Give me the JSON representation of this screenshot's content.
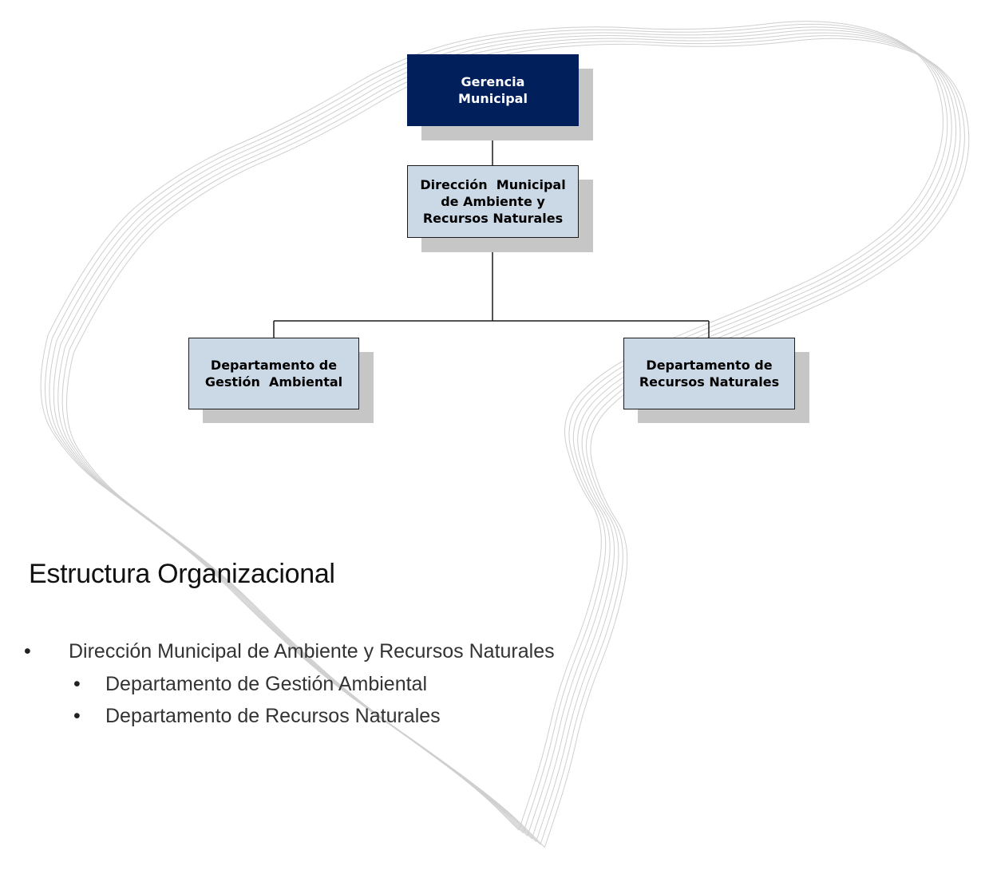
{
  "diagram": {
    "nodes": {
      "gerencia": [
        "Gerencia",
        "Municipal"
      ],
      "direccion": [
        "Dirección  Municipal",
        "de Ambiente y",
        "Recursos Naturales"
      ],
      "gestion": [
        "Departamento de",
        "Gestión  Ambiental"
      ],
      "recursos": [
        "Departamento de",
        "Recursos Naturales"
      ]
    },
    "edges": [
      {
        "from": "gerencia",
        "to": "direccion"
      },
      {
        "from": "direccion",
        "to": "gestion"
      },
      {
        "from": "direccion",
        "to": "recursos"
      }
    ],
    "colors": {
      "dark_box": "#001f5b",
      "light_box": "#cbd8e6",
      "shadow": "#c6c6c6",
      "line": "#1a1a1a"
    }
  },
  "slide": {
    "title": "Estructura Organizacional",
    "bullets": {
      "main": "Dirección Municipal de Ambiente y Recursos Naturales",
      "sub": [
        "Departamento de Gestión Ambiental",
        "Departamento de Recursos Naturales"
      ]
    },
    "bullet_glyph": "•"
  }
}
